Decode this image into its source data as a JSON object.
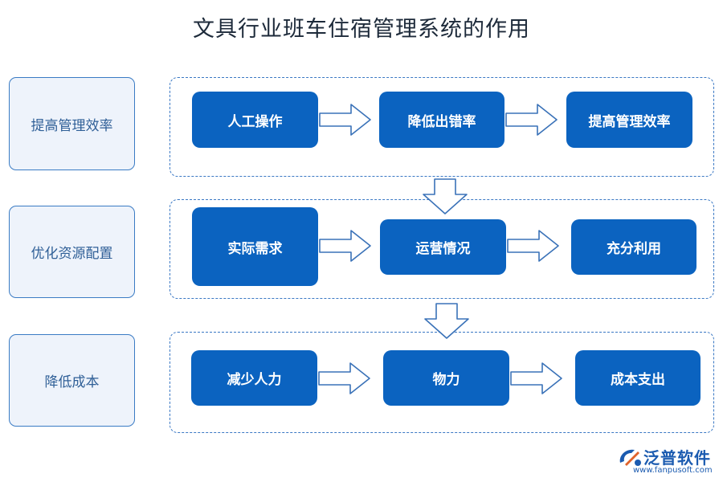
{
  "title": "文具行业班车住宿管理系统的作用",
  "rows": [
    {
      "label": "提高管理效率",
      "nodes": [
        "人工操作",
        "降低出错率",
        "提高管理效率"
      ]
    },
    {
      "label": "优化资源配置",
      "nodes": [
        "实际需求",
        "运营情况",
        "充分利用"
      ]
    },
    {
      "label": "降低成本",
      "nodes": [
        "减少人力",
        "物力",
        "成本支出"
      ]
    }
  ],
  "logo": {
    "name": "泛普软件",
    "url": "www.fanpusoft.com"
  },
  "colors": {
    "node_fill": "#0b63c0",
    "dashed_border": "#3a78c4",
    "side_fill": "#eef3fb",
    "side_text": "#2f5f97"
  }
}
